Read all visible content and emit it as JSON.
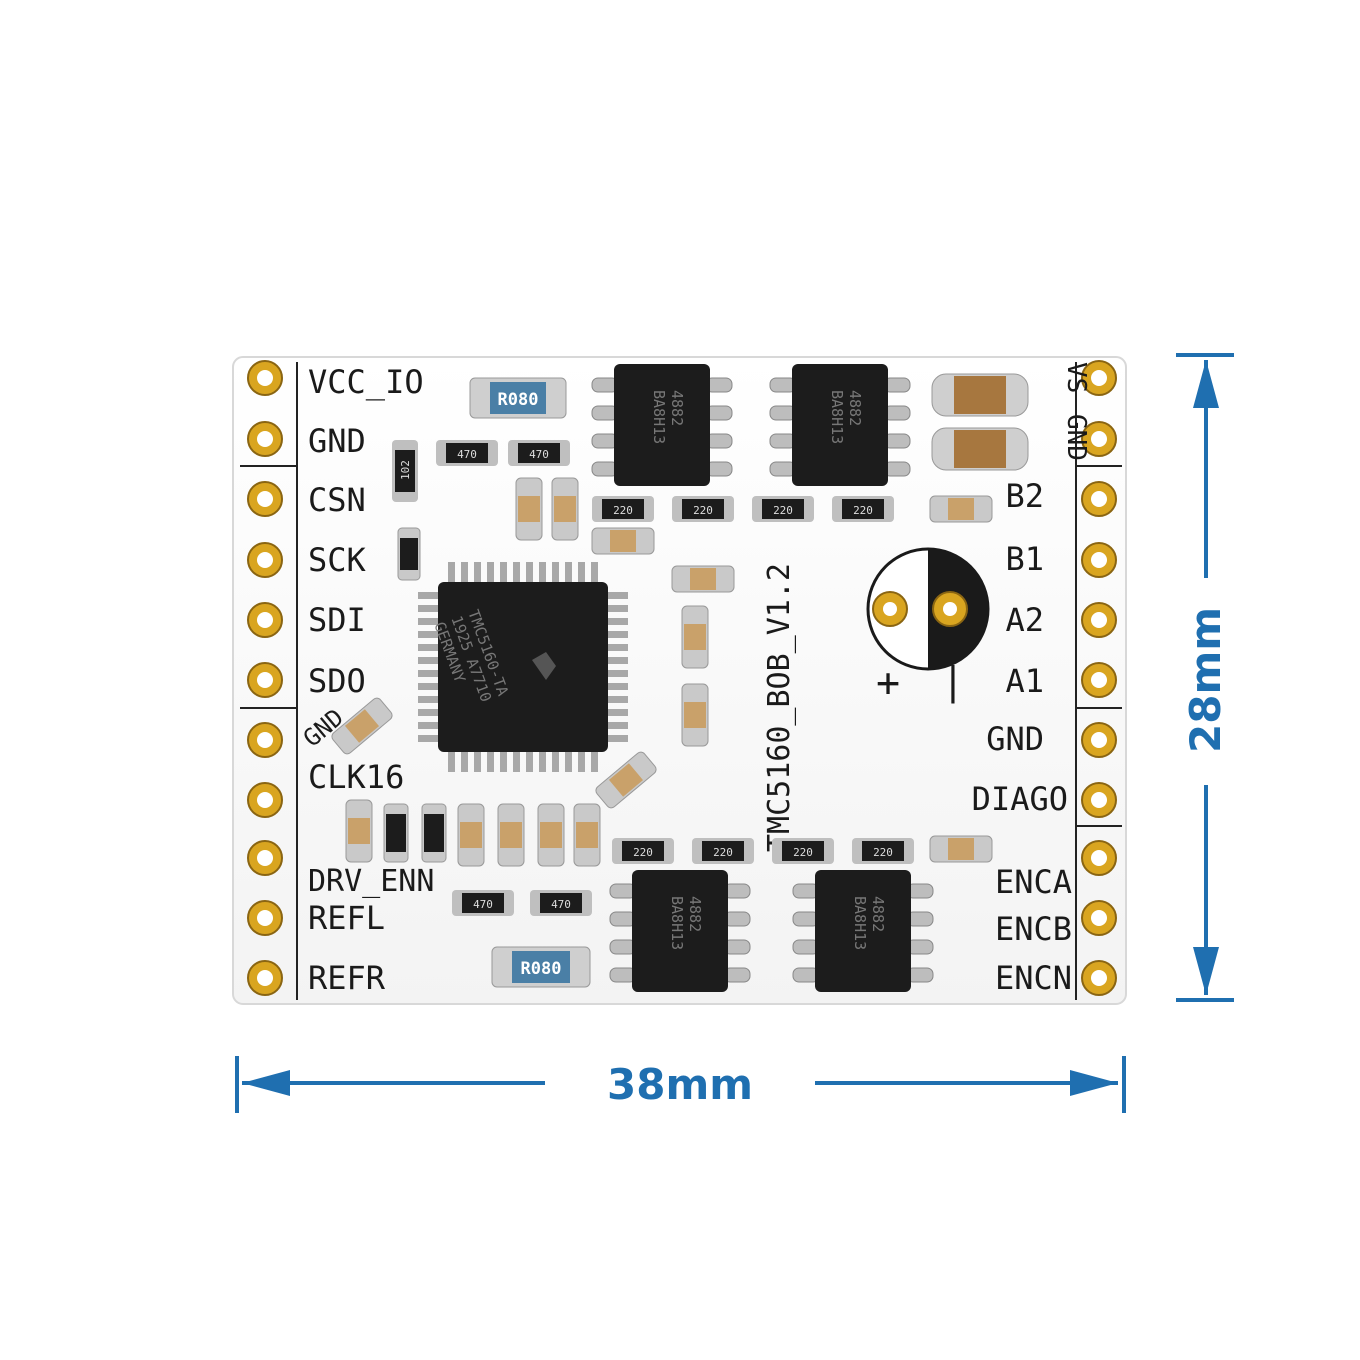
{
  "board": {
    "name": "TMC5160_BOB_V1.2",
    "left_pins": [
      "VCC_IO",
      "GND",
      "CSN",
      "SCK",
      "SDI",
      "SDO",
      "CLK16",
      "DRV_ENN",
      "REFL",
      "REFR"
    ],
    "left_gnd_diag": "GND",
    "right_top_pins": [
      "GND",
      "VS"
    ],
    "right_pins": [
      "B2",
      "B1",
      "A2",
      "A1",
      "GND",
      "DIAGO",
      "ENCA",
      "ENCB",
      "ENCN"
    ],
    "cap_polarity": {
      "plus": "+",
      "minus": "|"
    },
    "resistor_labels": {
      "sense": "R080",
      "r470": "470",
      "r220": "220",
      "r102": "102"
    },
    "chip_labels": {
      "driver_ic": [
        "TMC5160-TA",
        "1925 A7710",
        "GERMANY"
      ],
      "mosfet": [
        "4882",
        "BA8H13"
      ]
    }
  },
  "dimensions": {
    "width_label": "38mm",
    "height_label": "28mm",
    "color": "#1f6fb0"
  },
  "colors": {
    "pcb": "#ffffff",
    "pad_gold": "#d9a520",
    "chip": "#1c1c1c",
    "silkscreen": "#1a1a1a"
  }
}
